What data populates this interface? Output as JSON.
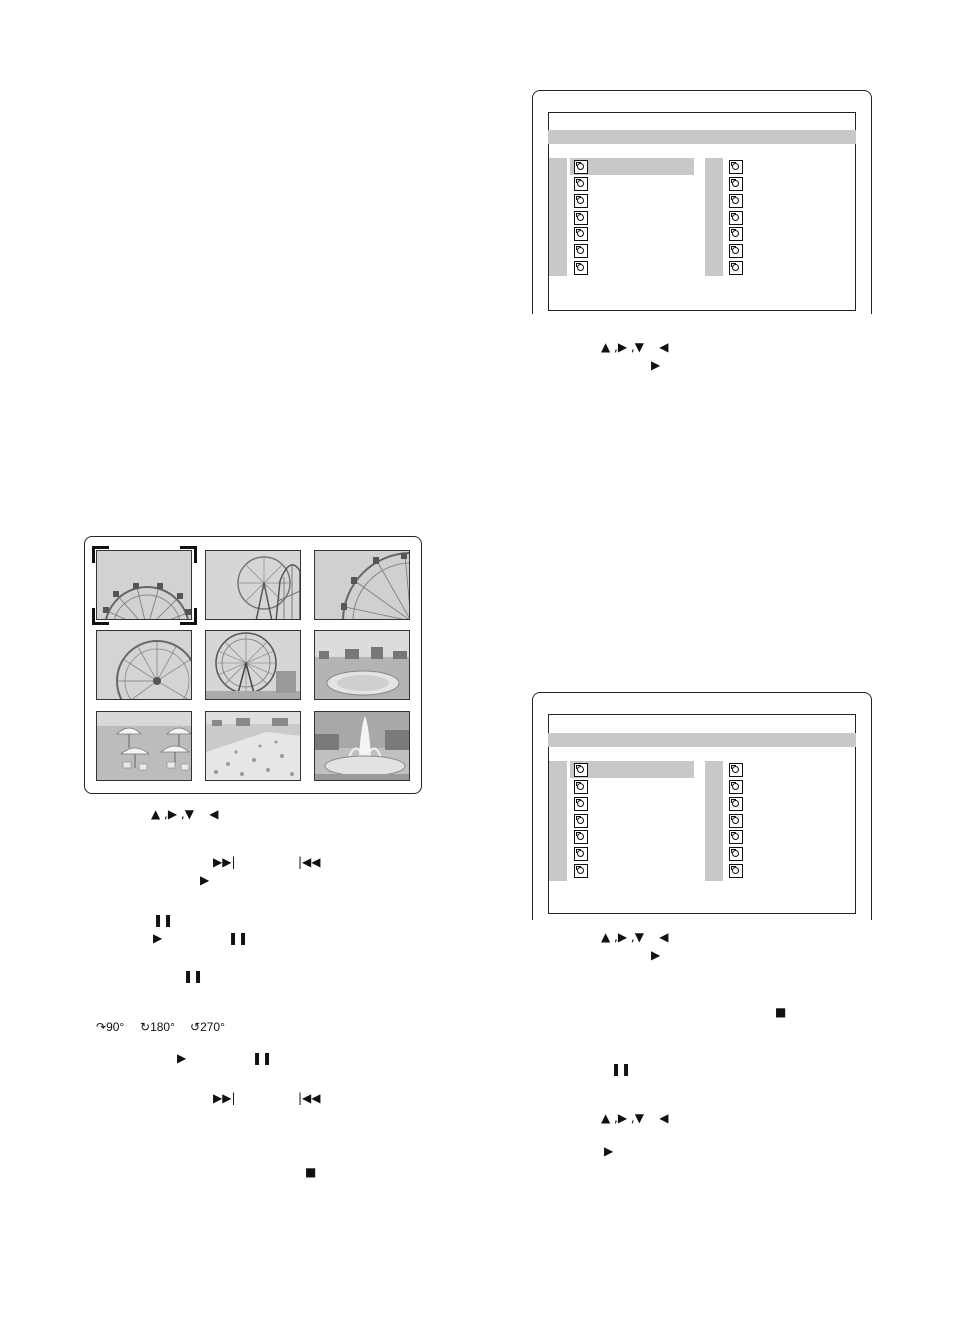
{
  "rotation_labels": {
    "r90": "90°",
    "r180": "180°",
    "r270": "270°"
  },
  "thumbnails": [
    {
      "icon": "ferris-wheel-photo"
    },
    {
      "icon": "ferris-wheel-rollercoaster-photo"
    },
    {
      "icon": "ferris-wheel-edge-photo"
    },
    {
      "icon": "ferris-wheel-photo"
    },
    {
      "icon": "ferris-wheel-full-photo"
    },
    {
      "icon": "park-flowerbed-photo"
    },
    {
      "icon": "park-umbrellas-photo"
    },
    {
      "icon": "flower-field-photo"
    },
    {
      "icon": "fountain-photo"
    }
  ],
  "colors": {
    "panel_gray": "#c8c8c8",
    "border": "#222222"
  }
}
